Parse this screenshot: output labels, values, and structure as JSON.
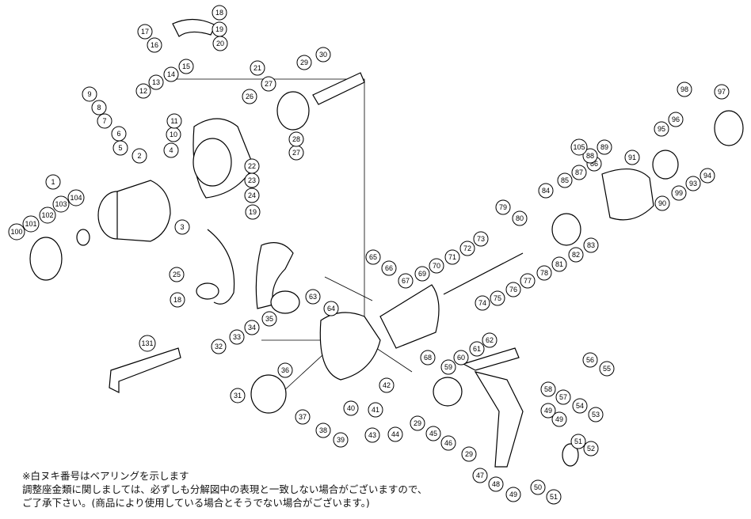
{
  "labels": [
    "1",
    "2",
    "3",
    "4",
    "5",
    "6",
    "7",
    "8",
    "9",
    "10",
    "11",
    "12",
    "13",
    "14",
    "15",
    "16",
    "17",
    "18",
    "19",
    "20",
    "21",
    "22",
    "23",
    "24",
    "25",
    "26",
    "27",
    "28",
    "29",
    "30",
    "31",
    "32",
    "33",
    "34",
    "35",
    "36",
    "37",
    "38",
    "39",
    "40",
    "41",
    "42",
    "43",
    "44",
    "45",
    "46",
    "47",
    "48",
    "49",
    "50",
    "51",
    "52",
    "53",
    "54",
    "55",
    "56",
    "57",
    "58",
    "59",
    "60",
    "61",
    "62",
    "63",
    "64",
    "65",
    "66",
    "67",
    "68",
    "69",
    "70",
    "71",
    "72",
    "73",
    "74",
    "75",
    "76",
    "77",
    "78",
    "79",
    "80",
    "81",
    "82",
    "83",
    "84",
    "85",
    "86",
    "87",
    "88",
    "89",
    "90",
    "91",
    "93",
    "94",
    "95",
    "96",
    "97",
    "98",
    "99",
    "100",
    "101",
    "102",
    "103",
    "104",
    "105",
    "131"
  ],
  "notes": {
    "line1": "※白ヌキ番号はベアリングを示します",
    "line2": "調整座金類に関しましては、必ずしも分解図中の表現と一致しない場合がございますので、",
    "line3": "ご了承下さい。(商品により使用している場合とそうでない場合がございます。)"
  },
  "colors": {
    "ink": "#000000",
    "paper": "#ffffff"
  }
}
